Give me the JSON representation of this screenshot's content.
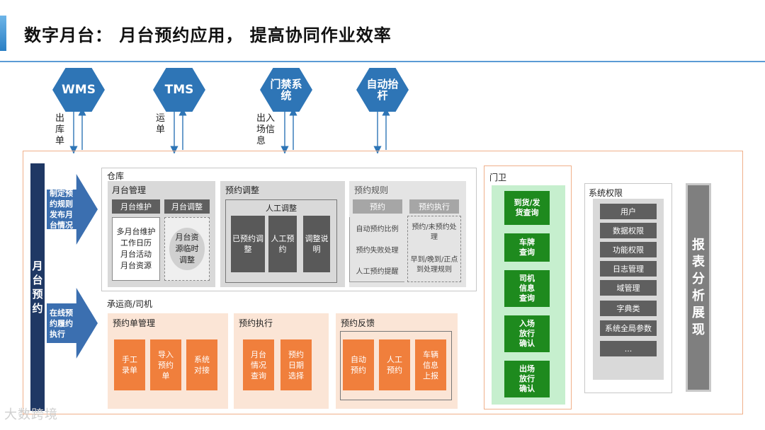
{
  "page": {
    "title": "数字月台： 月台预约应用， 提高协同作业效率"
  },
  "systems": [
    {
      "name": "WMS",
      "flow_label": "出库单"
    },
    {
      "name": "TMS",
      "flow_label": "运单"
    },
    {
      "name": "门禁系统",
      "flow_label": "出入场信息"
    },
    {
      "name": "自动抬杆",
      "flow_label": ""
    }
  ],
  "left_bar": {
    "label": "月台预约"
  },
  "arrows": {
    "top": "制定预约规则发布月台情况",
    "bottom": "在线预约履约执行"
  },
  "warehouse": {
    "label": "仓库",
    "dock_mgmt": {
      "title": "月台管理",
      "tab_maintain": "月台维护",
      "tab_adjust": "月台调整",
      "maintain_items": [
        "多月台维护",
        "工作日历",
        "月台活动",
        "月台资源"
      ],
      "adjust_item": "月台资源临时调整"
    },
    "appt_adjust": {
      "title": "预约调整",
      "manual": "人工调整",
      "items": [
        "已预约调整",
        "人工预约",
        "调整说明"
      ]
    },
    "appt_rules": {
      "title": "预约规则",
      "tab_appt": "预约",
      "tab_exec": "预约执行",
      "appt_items": [
        "自动预约比例",
        "预约失败处理",
        "人工预约提醒"
      ],
      "exec_items": [
        "预约/未预约处理",
        "早到/晚到/正点到处理规则"
      ]
    }
  },
  "carrier": {
    "label": "承运商/司机",
    "order_mgmt": {
      "title": "预约单管理",
      "items": [
        "手工录单",
        "导入预约单",
        "系统对接"
      ]
    },
    "execution": {
      "title": "预约执行",
      "items": [
        "月台情况查询",
        "预约日期选择"
      ]
    },
    "feedback": {
      "title": "预约反馈",
      "items": [
        "自动预约",
        "人工预约",
        "车辆信息上报"
      ]
    }
  },
  "gate": {
    "label": "门卫",
    "items": [
      "到货/发货查询",
      "车牌查询",
      "司机信息查询",
      "入场放行确认",
      "出场放行确认"
    ]
  },
  "permissions": {
    "label": "系统权限",
    "items": [
      "用户",
      "数据权限",
      "功能权限",
      "日志管理",
      "域管理",
      "字典类",
      "系统全局参数",
      "..."
    ]
  },
  "report": {
    "label": "报表分析展现"
  },
  "watermark": "大数跨境",
  "colors": {
    "navy": "#1f3864",
    "blue": "#2e75b6",
    "orange": "#f07f3c",
    "green": "#1e8a1e",
    "grey": "#595959"
  }
}
